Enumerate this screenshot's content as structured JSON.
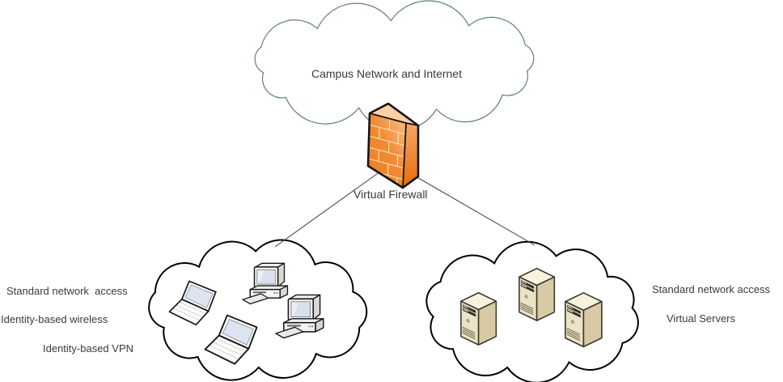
{
  "diagram": {
    "title_cloud_label": "Campus Network and Internet",
    "firewall_label": "Virtual Firewall",
    "client_cloud": {
      "annotations": [
        "Standard network  access",
        "Identity-based wireless",
        "Identity-based VPN"
      ],
      "device_icons": [
        "laptop-icon",
        "desktop-computer-icon",
        "laptop-icon",
        "desktop-computer-icon"
      ]
    },
    "server_cloud": {
      "annotations": [
        "Standard network access",
        "Virtual Servers"
      ],
      "device_icons": [
        "server-icon",
        "server-icon",
        "server-icon"
      ]
    },
    "colors": {
      "firewall_front": "#F28C35",
      "firewall_side": "#E96F0C",
      "firewall_top": "#FCD0A4",
      "brick_mortar": "#FDE4C4",
      "internet_cloud_outline": "#5F7D7D",
      "lan_cloud_outline": "#000000",
      "server_body": "#ECE3C6",
      "server_side": "#D8CAA4",
      "screen_fill": "#DCE4EF",
      "text": "#3A3A3A"
    }
  }
}
